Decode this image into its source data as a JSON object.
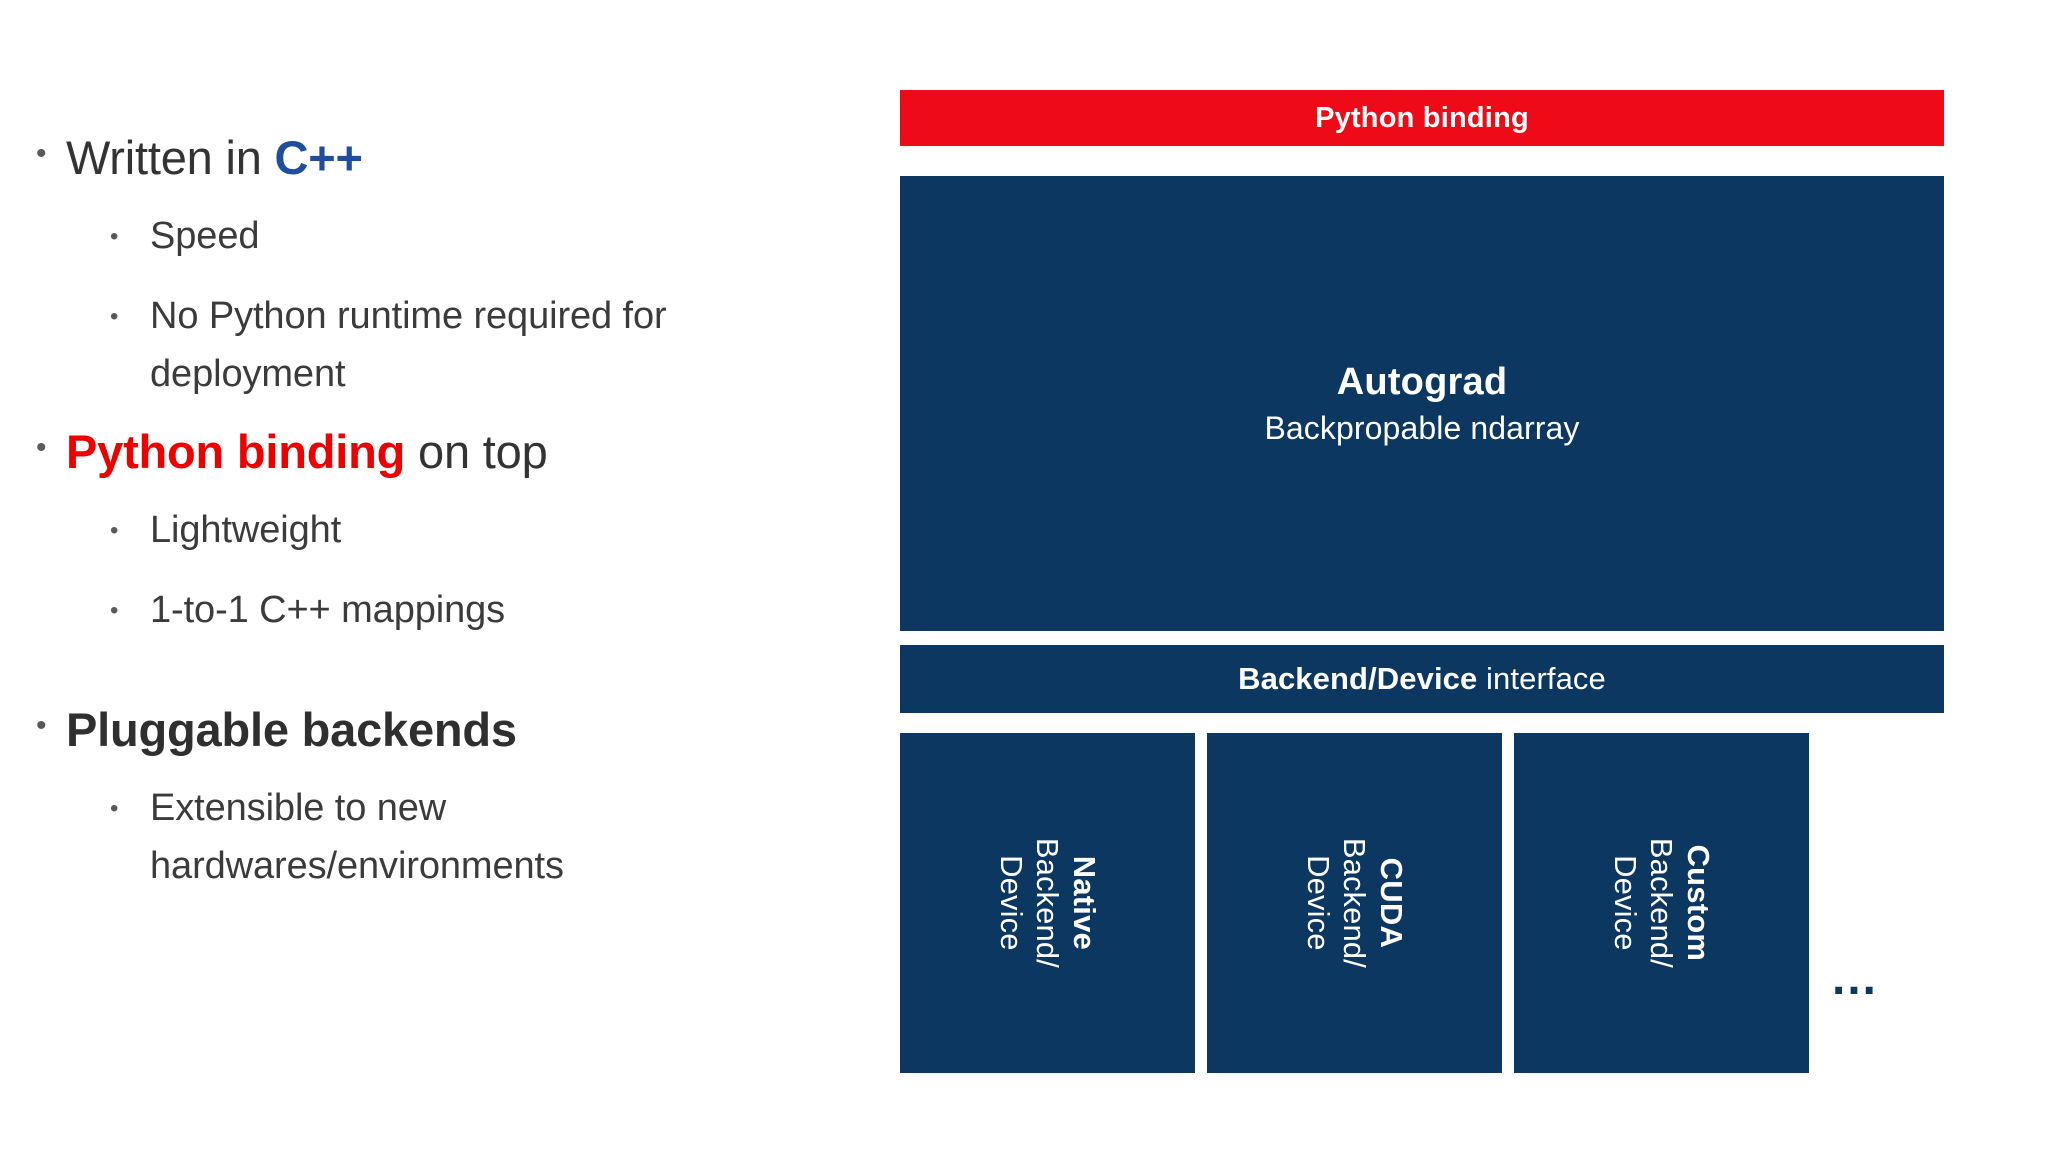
{
  "slide": {
    "background_color": "#ffffff"
  },
  "colors": {
    "navy": "#0b3761",
    "red": "#ee0a16",
    "cpp_blue": "#1f4e9c",
    "python_red": "#ee0000",
    "body_text": "#333333"
  },
  "bullets": {
    "items": [
      {
        "marker": "•",
        "level": 1,
        "segments": [
          {
            "text": "Written in ",
            "style": "normal"
          },
          {
            "text": "C++",
            "style": "cpp-blue-bold"
          }
        ],
        "plain": "Written in C++"
      },
      {
        "marker": "•",
        "level": 2,
        "plain": "Speed"
      },
      {
        "marker": "•",
        "level": 2,
        "plain": "No Python runtime required for deployment"
      },
      {
        "marker": "•",
        "level": 1,
        "segments": [
          {
            "text": "Python binding",
            "style": "python-red-bold"
          },
          {
            "text": " on top",
            "style": "normal"
          }
        ],
        "plain": "Python binding on top"
      },
      {
        "marker": "•",
        "level": 2,
        "plain": "Lightweight"
      },
      {
        "marker": "•",
        "level": 2,
        "plain": "1-to-1 C++ mappings"
      },
      {
        "marker": "•",
        "level": 1,
        "segments": [
          {
            "text": "Pluggable backends",
            "style": "bold"
          }
        ],
        "plain": "Pluggable backends"
      },
      {
        "marker": "•",
        "level": 2,
        "plain": "Extensible to new hardwares/environments"
      }
    ],
    "b1_prefix": "Written in ",
    "b1_emph": "C++",
    "b1s1": "Speed",
    "b1s2": "No Python runtime required for deployment",
    "b2_emph": "Python binding",
    "b2_suffix": " on top",
    "b2s1": "Lightweight",
    "b2s2": "1-to-1 C++ mappings",
    "b3_emph": "Pluggable backends",
    "b3s1": "Extensible to new hardwares/environments"
  },
  "diagram": {
    "python_binding_bar": {
      "label": "Python binding",
      "color": "#ee0a16",
      "text_color": "#ffffff"
    },
    "autograd_box": {
      "title": "Autograd",
      "subtitle": "Backpropable ndarray",
      "color": "#0b3761",
      "text_color": "#ffffff"
    },
    "interface_bar": {
      "label_bold": "Backend/Device",
      "label_rest": " interface",
      "full_label": "Backend/Device interface",
      "color": "#0b3761",
      "text_color": "#ffffff"
    },
    "backends": [
      {
        "name": "Native",
        "sub_line1": "Backend/",
        "sub_line2": "Device",
        "color": "#0b3761"
      },
      {
        "name": "CUDA",
        "sub_line1": "Backend/",
        "sub_line2": "Device",
        "color": "#0b3761"
      },
      {
        "name": "Custom",
        "sub_line1": "Backend/",
        "sub_line2": "Device",
        "color": "#0b3761"
      }
    ],
    "ellipsis": "…",
    "ellipsis_color": "#0b3761"
  }
}
